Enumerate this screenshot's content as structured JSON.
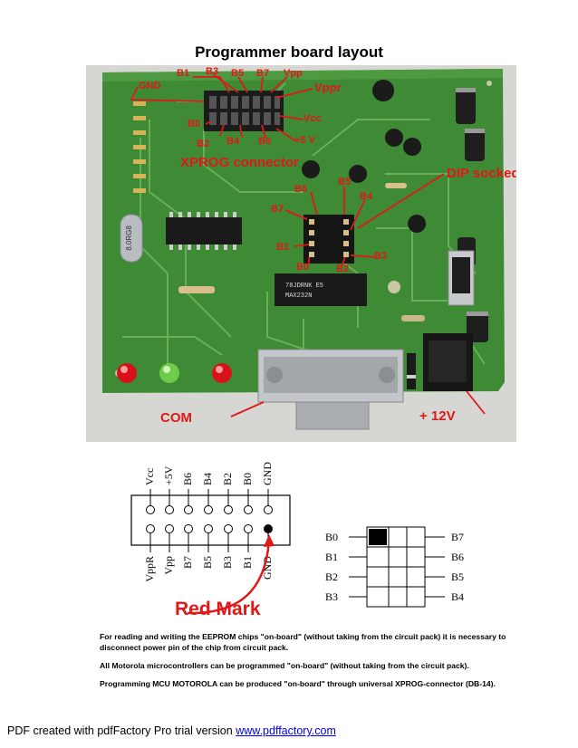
{
  "page_title": "Programmer board layout",
  "photo": {
    "callouts": {
      "b1": "B1",
      "b3": "B3",
      "b5": "B5",
      "b7": "B7",
      "vpp": "Vpp",
      "vppr": "Vppr",
      "gnd": "GND",
      "vcc": "Vcc",
      "b0": "B0",
      "b2": "B2",
      "b4": "B4",
      "b6": "B6",
      "plus5v": "+5 V",
      "xprog": "XPROG connector",
      "dip": "DIP socked",
      "dip_b6": "B6",
      "dip_b5": "B5",
      "dip_b4": "B4",
      "dip_b7": "B7",
      "dip_b1": "B1",
      "dip_b3": "B3",
      "dip_b0": "B0",
      "dip_b2": "B2",
      "com": "COM",
      "plus12v": "+ 12V"
    },
    "chip_markings": {
      "crystal": "8.0RG8",
      "max": "78JDRNK E5\nMAX232N"
    }
  },
  "connector_top_labels": [
    "Vcc",
    "+5V",
    "B6",
    "B4",
    "B2",
    "B0",
    "GND"
  ],
  "connector_bottom_labels": [
    "VppR",
    "Vpp",
    "B7",
    "B5",
    "B3",
    "B1",
    "GND"
  ],
  "red_mark": "Red Mark",
  "dip_left_labels": [
    "B0",
    "B1",
    "B2",
    "B3"
  ],
  "dip_right_labels": [
    "B7",
    "B6",
    "B5",
    "B4"
  ],
  "notes": [
    "For reading and writing the EEPROM chips \"on-board\" (without taking from the circuit pack) it is necessary to disconnect power pin of the chip from circuit pack.",
    "All Motorola microcontrollers can be programmed \"on-board\" (without taking from the circuit pack).",
    "Programming MCU MOTOROLA can be produced \"on-board\" through universal XPROG-connector (DB-14)."
  ],
  "footer": {
    "text": "PDF created with pdfFactory Pro trial version ",
    "link": "www.pdffactory.com"
  },
  "colors": {
    "board": "#3f8a35",
    "board_dark": "#2c6d28",
    "callout": "#e01818",
    "trace": "#6fb35c"
  }
}
